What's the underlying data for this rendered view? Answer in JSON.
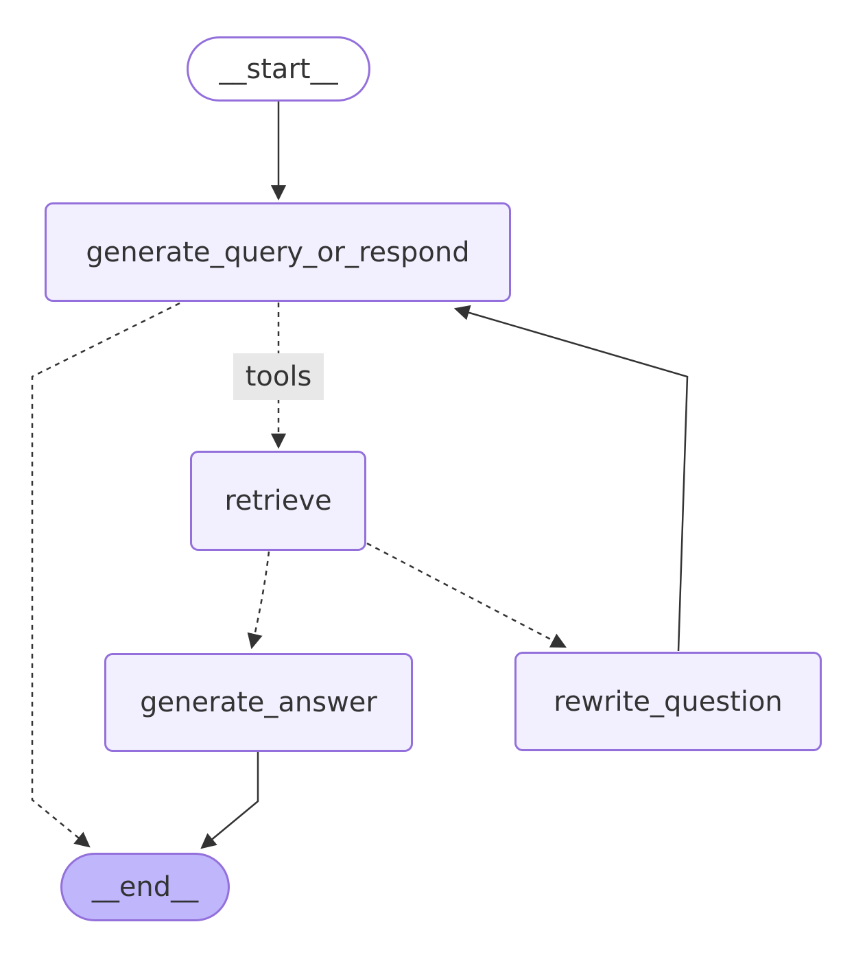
{
  "diagram": {
    "type": "flowchart",
    "background": "#ffffff",
    "colors": {
      "node_fill": "#f2f0ff",
      "node_border": "#9370db",
      "start_fill": "#ffffff",
      "end_fill": "#bfb6fc",
      "edge_stroke": "#333333",
      "text": "#333333",
      "edge_label_bg": "#e8e8e8"
    },
    "nodes": {
      "start": {
        "label": "__start__",
        "shape": "stadium"
      },
      "generate_query_or_respond": {
        "label": "generate_query_or_respond",
        "shape": "rect"
      },
      "retrieve": {
        "label": "retrieve",
        "shape": "rect"
      },
      "generate_answer": {
        "label": "generate_answer",
        "shape": "rect"
      },
      "rewrite_question": {
        "label": "rewrite_question",
        "shape": "rect"
      },
      "end": {
        "label": "__end__",
        "shape": "stadium"
      }
    },
    "edge_labels": {
      "tools": "tools"
    },
    "edges": [
      {
        "from": "__start__",
        "to": "generate_query_or_respond",
        "style": "solid",
        "label": ""
      },
      {
        "from": "generate_query_or_respond",
        "to": "retrieve",
        "style": "dashed",
        "label": "tools"
      },
      {
        "from": "generate_query_or_respond",
        "to": "__end__",
        "style": "dashed",
        "label": ""
      },
      {
        "from": "retrieve",
        "to": "generate_answer",
        "style": "dashed",
        "label": ""
      },
      {
        "from": "retrieve",
        "to": "rewrite_question",
        "style": "dashed",
        "label": ""
      },
      {
        "from": "generate_answer",
        "to": "__end__",
        "style": "solid",
        "label": ""
      },
      {
        "from": "rewrite_question",
        "to": "generate_query_or_respond",
        "style": "solid",
        "label": ""
      }
    ]
  }
}
